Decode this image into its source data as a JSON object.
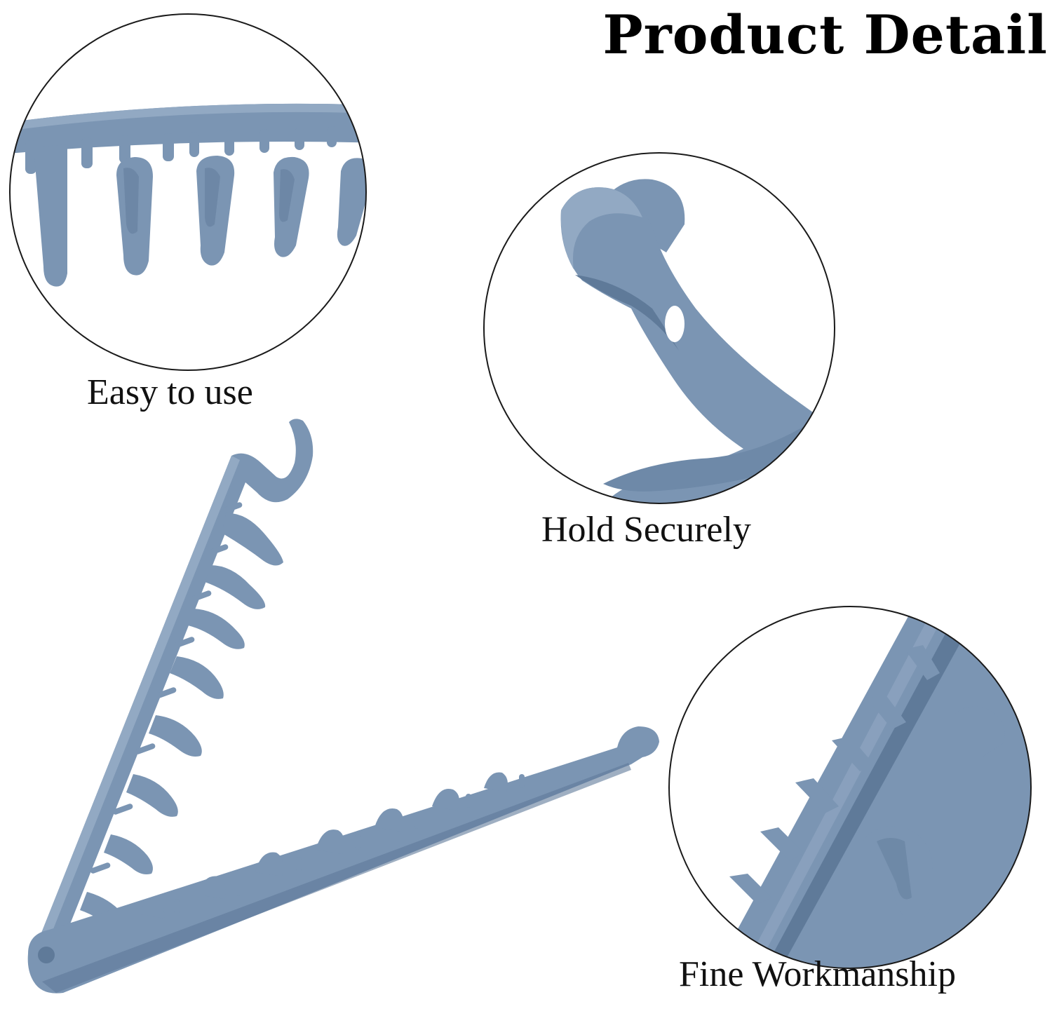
{
  "title": "Product Detail",
  "features": [
    {
      "label": "Easy to use"
    },
    {
      "label": "Hold Securely"
    },
    {
      "label": "Fine Workmanship"
    }
  ],
  "colors": {
    "product": "#7b95b3",
    "product_shadow": "#5f7a99",
    "product_highlight": "#92a9c3",
    "circle_outline": "#1a1a1a",
    "background": "#ffffff"
  }
}
